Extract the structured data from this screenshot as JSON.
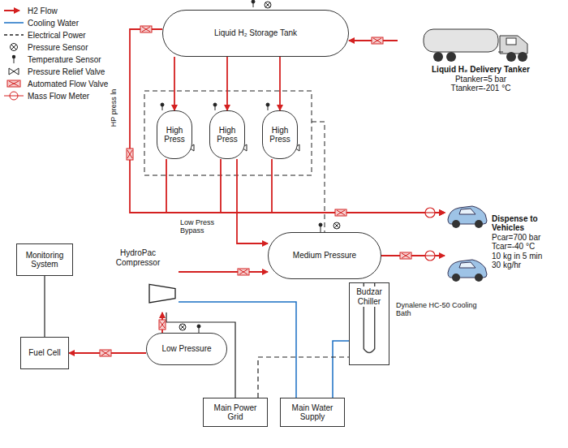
{
  "diagram": {
    "nodes": [
      {
        "text": [
          "Liquid H₂ Storage Tank"
        ]
      },
      {
        "text": [
          "Liquid H₂ Delivery Tanker",
          "Ptanker=5 bar",
          "Ttanker=-201 °C"
        ]
      },
      {
        "text": [
          "High Press"
        ]
      },
      {
        "text": [
          "High Press"
        ]
      },
      {
        "text": [
          "High Press"
        ]
      },
      {
        "text": [
          "Medium Pressure"
        ]
      },
      {
        "text": [
          "Dispense to Vehicles",
          "Pcar=700 bar",
          "Tcar=-40 °C",
          "10 kg in 5 min",
          "30 kg/hr"
        ]
      },
      {
        "text": [
          "HydroPac Compressor"
        ]
      },
      {
        "text": [
          "Monitoring System"
        ]
      },
      {
        "text": [
          "Low Pressure"
        ]
      },
      {
        "text": [
          "Fuel Cell"
        ]
      },
      {
        "text": [
          "Budzar Chiller"
        ]
      },
      {
        "text": [
          "Main Power Grid"
        ]
      },
      {
        "text": [
          "Main Water Supply"
        ]
      }
    ],
    "edges": [
      {
        "from": 1,
        "to": 0,
        "arrow": "to"
      },
      {
        "from": 0,
        "to": 2,
        "arrow": "to"
      },
      {
        "from": 0,
        "to": 3,
        "arrow": "to"
      },
      {
        "from": 0,
        "to": 4,
        "arrow": "to"
      },
      {
        "from": 0,
        "to": 6,
        "arrow": "to"
      },
      {
        "from": 2,
        "to": 6,
        "arrow": "to"
      },
      {
        "from": 3,
        "to": 6,
        "arrow": "to"
      },
      {
        "from": 4,
        "to": 6,
        "arrow": "to"
      },
      {
        "from": 3,
        "to": 5,
        "arrow": "to"
      },
      {
        "from": 5,
        "to": 6,
        "arrow": "to"
      },
      {
        "from": 7,
        "to": 5,
        "arrow": "to"
      },
      {
        "from": 9,
        "to": 7,
        "arrow": "to"
      },
      {
        "from": 9,
        "to": 10,
        "arrow": "to"
      },
      {
        "from": 10,
        "to": 8,
        "arrow": "none"
      },
      {
        "from": 12,
        "to": 7,
        "arrow": "none"
      },
      {
        "from": 13,
        "to": 7,
        "arrow": "none"
      },
      {
        "from": 13,
        "to": 11,
        "arrow": "none"
      },
      {
        "from": 12,
        "to": 11,
        "arrow": "none"
      }
    ],
    "labels": [
      "HP press ln",
      "Low Press Bypass",
      "Dynalene HC-50 Cooling Bath"
    ],
    "legend": [
      {
        "text": "H2 Flow"
      },
      {
        "text": "Cooling Water"
      },
      {
        "text": "Electrical Power"
      },
      {
        "text": "Pressure Sensor"
      },
      {
        "text": "Temperature Sensor"
      },
      {
        "text": "Pressure Relief Valve"
      },
      {
        "text": "Automated Flow Valve"
      },
      {
        "text": "Mass Flow Meter"
      }
    ]
  }
}
